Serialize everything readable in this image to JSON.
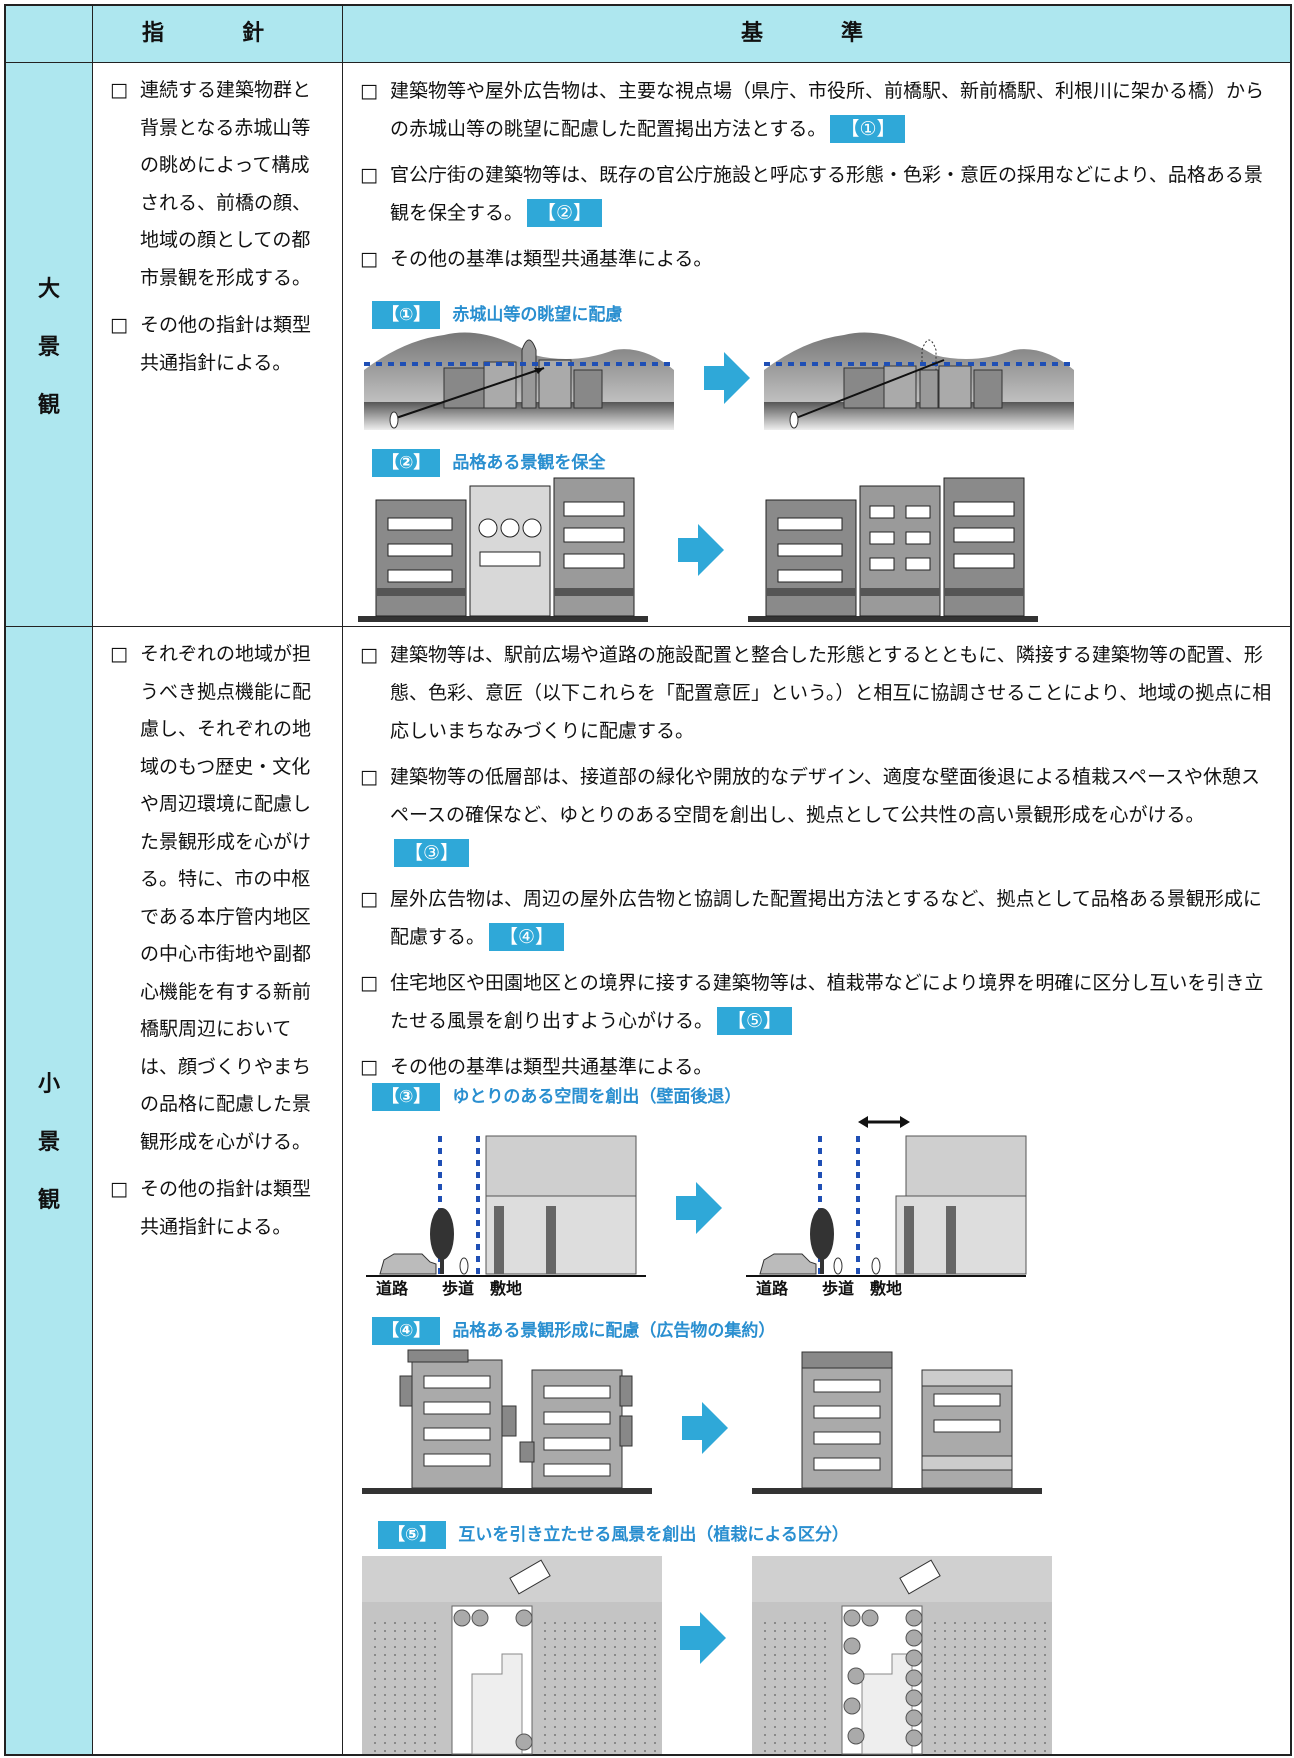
{
  "header": {
    "guideline": "指　針",
    "standard": "基　準"
  },
  "sections": [
    {
      "label": [
        "大",
        "景",
        "観"
      ],
      "guidelines": [
        "連続する建築物群と背景となる赤城山等の眺めによって構成される、前橋の顔、地域の顔としての都市景観を形成する。",
        "その他の指針は類型共通指針による。"
      ],
      "standards": [
        {
          "text": "建築物等や屋外広告物は、主要な視点場（県庁、市役所、前橋駅、新前橋駅、利根川に架かる橋）からの赤城山等の眺望に配慮した配置掲出方法とする。",
          "tag": "【①】"
        },
        {
          "text": "官公庁街の建築物等は、既存の官公庁施設と呼応する形態・色彩・意匠の採用などにより、品格ある景観を保全する。",
          "tag": "【②】"
        },
        {
          "text": "その他の基準は類型共通基準による。",
          "tag": ""
        }
      ],
      "figures": [
        {
          "tag": "【①】",
          "title": "赤城山等の眺望に配慮"
        },
        {
          "tag": "【②】",
          "title": "品格ある景観を保全"
        }
      ]
    },
    {
      "label": [
        "小",
        "景",
        "観"
      ],
      "guidelines": [
        "それぞれの地域が担うべき拠点機能に配慮し、それぞれの地域のもつ歴史・文化や周辺環境に配慮した景観形成を心がける。特に、市の中枢である本庁管内地区の中心市街地や副都心機能を有する新前橋駅周辺においては、顔づくりやまちの品格に配慮した景観形成を心がける。",
        "その他の指針は類型共通指針による。"
      ],
      "standards": [
        {
          "text": "建築物等は、駅前広場や道路の施設配置と整合した形態とするとともに、隣接する建築物等の配置、形態、色彩、意匠（以下これらを「配置意匠」という。）と相互に協調させることにより、地域の拠点に相応しいまちなみづくりに配慮する。",
          "tag": ""
        },
        {
          "text": "建築物等の低層部は、接道部の緑化や開放的なデザイン、適度な壁面後退による植栽スペースや休憩スペースの確保など、ゆとりのある空間を創出し、拠点として公共性の高い景観形成を心がける。",
          "tag": "【③】"
        },
        {
          "text": "屋外広告物は、周辺の屋外広告物と協調した配置掲出方法とするなど、拠点として品格ある景観形成に配慮する。",
          "tag": "【④】"
        },
        {
          "text": "住宅地区や田園地区との境界に接する建築物等は、植栽帯などにより境界を明確に区分し互いを引き立たせる風景を創り出すよう心がける。",
          "tag": "【⑤】"
        },
        {
          "text": "その他の基準は類型共通基準による。",
          "tag": ""
        }
      ],
      "figures": [
        {
          "tag": "【③】",
          "title": "ゆとりのある空間を創出（壁面後退）"
        },
        {
          "tag": "【④】",
          "title": "品格ある景観形成に配慮（広告物の集約）"
        },
        {
          "tag": "【⑤】",
          "title": "互いを引き立たせる風景を創出（植栽による区分）"
        }
      ],
      "street_labels": {
        "road": "道路",
        "sidewalk": "歩道",
        "site": "敷地"
      }
    }
  ],
  "colors": {
    "header_bg": "#aee7ef",
    "tag_bg": "#2fa8d8",
    "arrow": "#2fa8d8",
    "dotted_line": "#1f4fb5"
  }
}
